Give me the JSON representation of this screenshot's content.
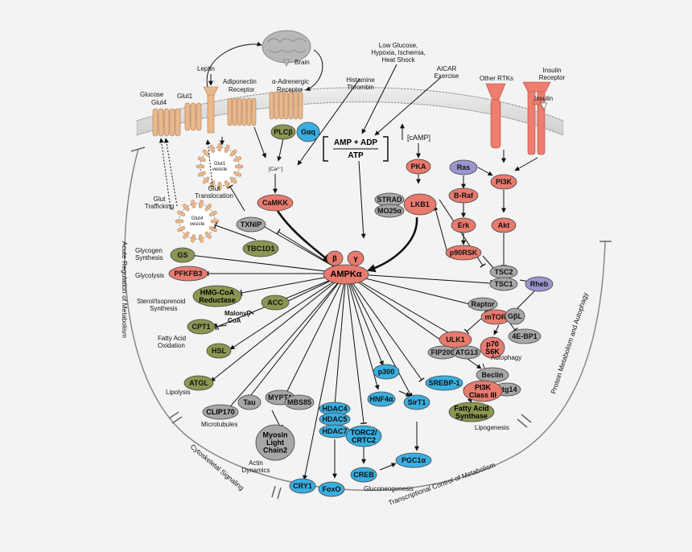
{
  "colors": {
    "red": "#e87a6e",
    "green": "#8a9652",
    "grey": "#a7a7a7",
    "blue": "#39aee0",
    "purple": "#9a97cf",
    "channel": "#e9b98e"
  },
  "labels": {
    "glucose": "Glucose",
    "glut4": "Glut4",
    "glut1": "Glut1",
    "leptin": "Leptin",
    "adiponectin": "Adiponectin",
    "receptor": "Receptor",
    "alpha_adrenergic": "α-Adrenergic",
    "brain": "Brain",
    "stress_1": "Low Glucose,",
    "stress_2": "Hypoxia, Ischemia,",
    "stress_3": "Heat Shock",
    "histamine": "Histamine",
    "thrombin": "Thrombin",
    "aicar": "AICAR",
    "exercise": "Exercise",
    "other_rtks": "Other RTKs",
    "insulin_receptor_1": "Insulin",
    "insulin_receptor_2": "Receptor",
    "insulin": "Insulin",
    "camp": "[cAMP]",
    "ca": "[Ca²⁺]",
    "amp_adp": "AMP + ADP",
    "atp": "ATP",
    "glut1_vesicle_1": "Glut1",
    "glut1_vesicle_2": "vesicle",
    "glut4_vesicle_1": "Glut4",
    "glut4_vesicle_2": "vesicle",
    "glut_trafficking_1": "Glut",
    "glut_trafficking_2": "Trafficking",
    "glut_translocation_1": "Glut",
    "glut_translocation_2": "Translocation",
    "glycogen_synthesis_1": "Glycogen",
    "glycogen_synthesis_2": "Synthesis",
    "glycolysis": "Glycolysis",
    "sterol_1": "Sterol/Isoprenoid",
    "sterol_2": "Synthesis",
    "malonyl_1": "Malonyl",
    "malonyl_2": "CoA",
    "fatty_acid_1": "Fatty Acid",
    "fatty_acid_2": "Oxidation",
    "lipolysis": "Lipolysis",
    "microtubules": "Microtubules",
    "actin_1": "Actin",
    "actin_2": "Dynamics",
    "gluconeogenesis": "Gluconeogenesis",
    "lipogenesis": "Lipogenesis",
    "autophagy": "Autophagy",
    "arc_acute": "Acute Regulation of Metabolism",
    "arc_cytoskeletal": "Cytoskeletal Signaling",
    "arc_transcriptional": "Transcriptional Control of Metabolism",
    "arc_protein": "Protein Metabolism and Autophagy"
  },
  "nodes": {
    "plc": "PLCβ",
    "gaq": "Gαq",
    "camkk": "CaMKK",
    "pka": "PKA",
    "strad": "STRAD",
    "mo25": "MO25α",
    "lkb1": "LKB1",
    "ras": "Ras",
    "braf": "B-Raf",
    "erk": "Erk",
    "p90rsk": "p90RSK",
    "pi3k": "PI3K",
    "akt": "Akt",
    "tsc2": "TSC2",
    "tsc1": "TSC1",
    "rheb": "Rheb",
    "raptor": "Raptor",
    "mtor": "mTOR",
    "gbl": "GβL",
    "fourebp1": "4E-BP1",
    "p70_1": "p70",
    "p70_2": "S6K",
    "ulk1": "ULK1",
    "fip200": "FIP200",
    "atg13": "ATG13",
    "beclin": "Beclin",
    "pi3k3_1": "PI3K",
    "pi3k3_2": "Class III",
    "atg14": "Atg14",
    "srebp1": "SREBP-1",
    "fas_1": "Fatty Acid",
    "fas_2": "Synthase",
    "sirt1": "SirT1",
    "p300": "p300",
    "hnf4": "HNF4α",
    "pgc1": "PGC1α",
    "torc_1": "TORC2/",
    "torc_2": "CRTC2",
    "creb": "CREB",
    "hdac4": "HDAC4",
    "hdac5": "HDAC5",
    "hdac7": "HDAC7",
    "foxo": "FoxO",
    "cry1": "CRY1",
    "mypt1": "MYPT1",
    "mbs85": "MBS85",
    "mlc_1": "Myosin",
    "mlc_2": "Light",
    "mlc_3": "Chain2",
    "tau": "Tau",
    "clip": "CLIP170",
    "atgl": "ATGL",
    "hsl": "HSL",
    "cpt1": "CPT1",
    "acc": "ACC",
    "hmgcoa_1": "HMG-CoA",
    "hmgcoa_2": "Reductase",
    "pfkfb3": "PFKFB3",
    "gs": "GS",
    "tbc1d1": "TBC1D1",
    "txnip": "TXNIP",
    "ampk": "AMPKα",
    "beta": "β",
    "gamma": "γ"
  }
}
